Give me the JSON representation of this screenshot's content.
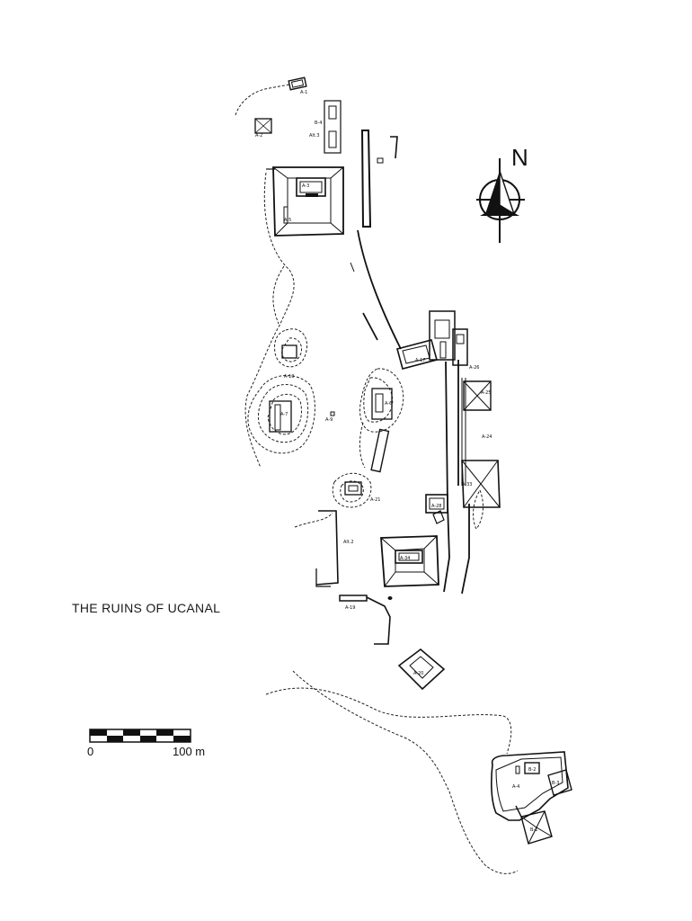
{
  "map": {
    "title": "THE RUINS OF UCANAL",
    "north_label": "N",
    "scale": {
      "start_label": "0",
      "end_label": "100 m",
      "distance_m": 100
    }
  },
  "structure_labels": {
    "a1": "A-1",
    "a2": "A-2",
    "a3": "A-3",
    "a4": "A-4",
    "a5": "A-5",
    "a6": "A-6",
    "a7": "A-7",
    "a9": "A-9",
    "a10": "A-10",
    "a17": "A-17",
    "a19": "A-19",
    "a20": "A-20",
    "a21": "A-21",
    "a24": "A-24",
    "a25": "A-25",
    "a26": "A-26",
    "a28": "A-28",
    "a33": "A-33",
    "a34": "A-34",
    "alt2": "Alt.2",
    "alt3": "Alt.3",
    "b1": "B-1",
    "b2": "B-2",
    "b3": "B-3",
    "b4": "B-4"
  },
  "colors": {
    "ink": "#111111",
    "paper": "#ffffff"
  }
}
